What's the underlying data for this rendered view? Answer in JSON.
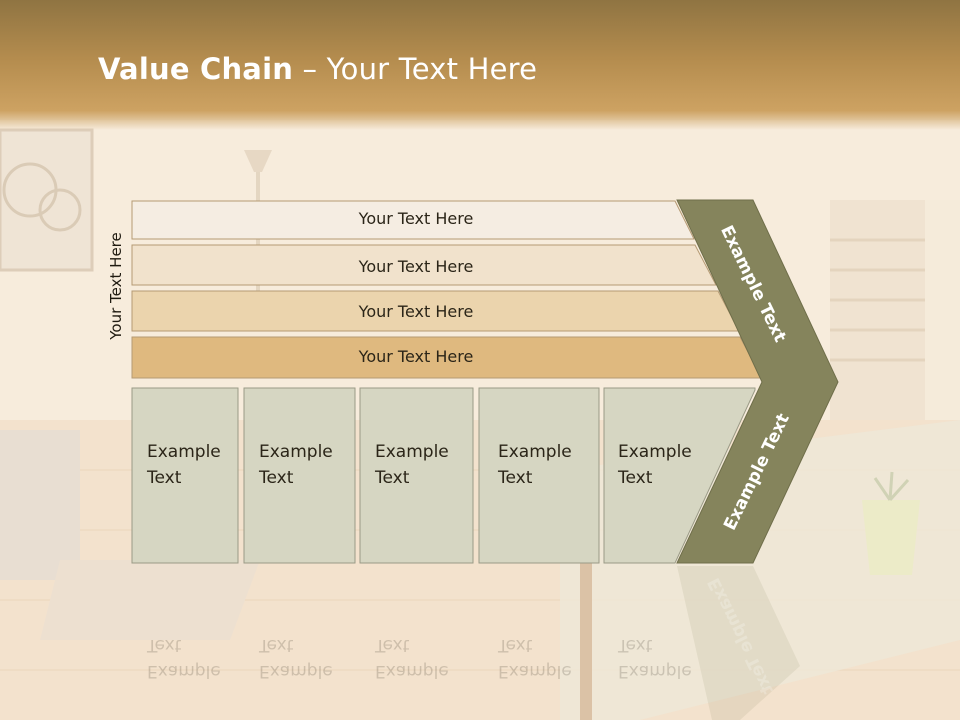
{
  "title": {
    "bold": "Value Chain",
    "rest": " – Your Text Here"
  },
  "side_label": "Your Text Here",
  "bars": [
    {
      "label": "Your Text Here",
      "color": "#f5ede2"
    },
    {
      "label": "Your Text Here",
      "color": "#f1e2cc"
    },
    {
      "label": "Your Text Here",
      "color": "#ebd4ad"
    },
    {
      "label": "Your Text Here",
      "color": "#dfb97f"
    }
  ],
  "boxes": [
    {
      "line1": "Example",
      "line2": "Text"
    },
    {
      "line1": "Example",
      "line2": "Text"
    },
    {
      "line1": "Example",
      "line2": "Text"
    },
    {
      "line1": "Example",
      "line2": "Text"
    },
    {
      "line1": "Example",
      "line2": "Text"
    }
  ],
  "chevron": {
    "upper": "Example Text",
    "lower": "Example Text",
    "color": "#85845c"
  },
  "colors": {
    "header": "#b48c4e",
    "box_fill": "#d6d6c2",
    "box_border": "#9a9a86"
  }
}
